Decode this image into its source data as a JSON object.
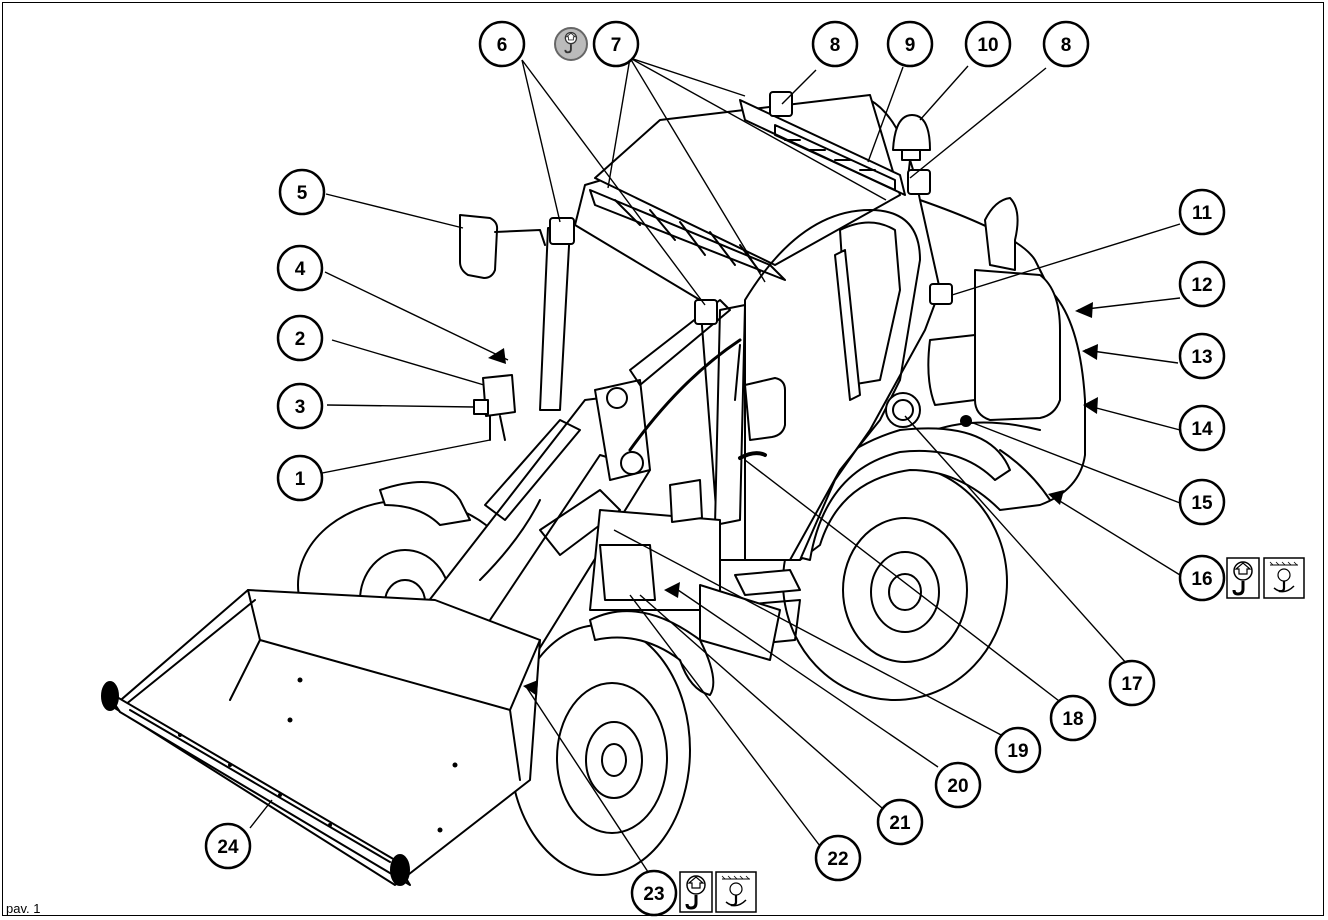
{
  "figure": {
    "caption": "pav. 1",
    "callouts": [
      {
        "id": "c1",
        "label": "1"
      },
      {
        "id": "c2",
        "label": "2"
      },
      {
        "id": "c3",
        "label": "3"
      },
      {
        "id": "c4",
        "label": "4"
      },
      {
        "id": "c5",
        "label": "5"
      },
      {
        "id": "c6",
        "label": "6"
      },
      {
        "id": "c7",
        "label": "7"
      },
      {
        "id": "c8a",
        "label": "8"
      },
      {
        "id": "c9",
        "label": "9"
      },
      {
        "id": "c10",
        "label": "10"
      },
      {
        "id": "c8b",
        "label": "8"
      },
      {
        "id": "c11",
        "label": "11"
      },
      {
        "id": "c12",
        "label": "12"
      },
      {
        "id": "c13",
        "label": "13"
      },
      {
        "id": "c14",
        "label": "14"
      },
      {
        "id": "c15",
        "label": "15"
      },
      {
        "id": "c16",
        "label": "16"
      },
      {
        "id": "c17",
        "label": "17"
      },
      {
        "id": "c18",
        "label": "18"
      },
      {
        "id": "c19",
        "label": "19"
      },
      {
        "id": "c20",
        "label": "20"
      },
      {
        "id": "c21",
        "label": "21"
      },
      {
        "id": "c22",
        "label": "22"
      },
      {
        "id": "c23",
        "label": "23"
      },
      {
        "id": "c24",
        "label": "24"
      }
    ],
    "symbols": [
      {
        "id": "lift-hook-symbol",
        "icon": "lifting-hook-icon"
      },
      {
        "id": "tie-down-symbol",
        "icon": "tie-down-icon"
      }
    ],
    "colors": {
      "line": "#000000",
      "background": "#ffffff",
      "symbol-grey": "#888888"
    }
  }
}
